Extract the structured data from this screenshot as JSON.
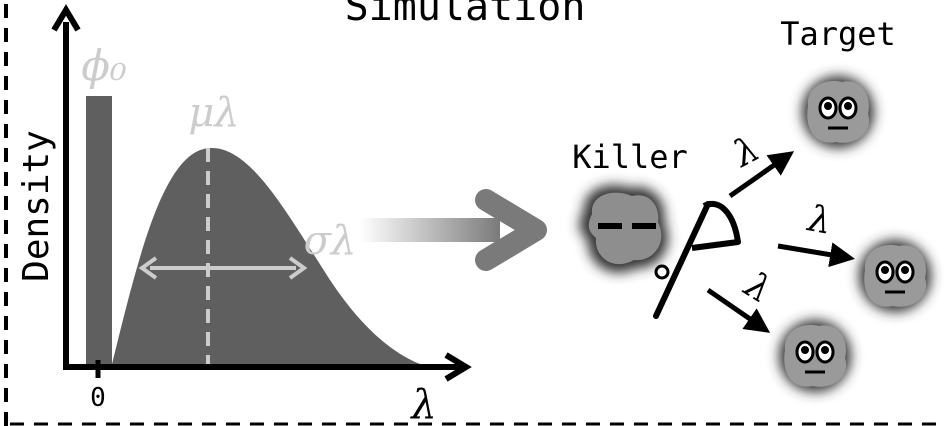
{
  "title": "Simulation",
  "density_plot": {
    "ylabel": "Density",
    "x_symbol": "λ",
    "zero_tick": "0",
    "spike_label": "ϕ₀",
    "mean_label": "μλ",
    "sd_label": "σλ"
  },
  "scene": {
    "killer_label": "Killer",
    "target_label": "Target",
    "arrow_symbol": "λ"
  },
  "colors": {
    "density_fill": "#5f5f5f",
    "annotation": "#cccccc",
    "axis": "#000000"
  }
}
